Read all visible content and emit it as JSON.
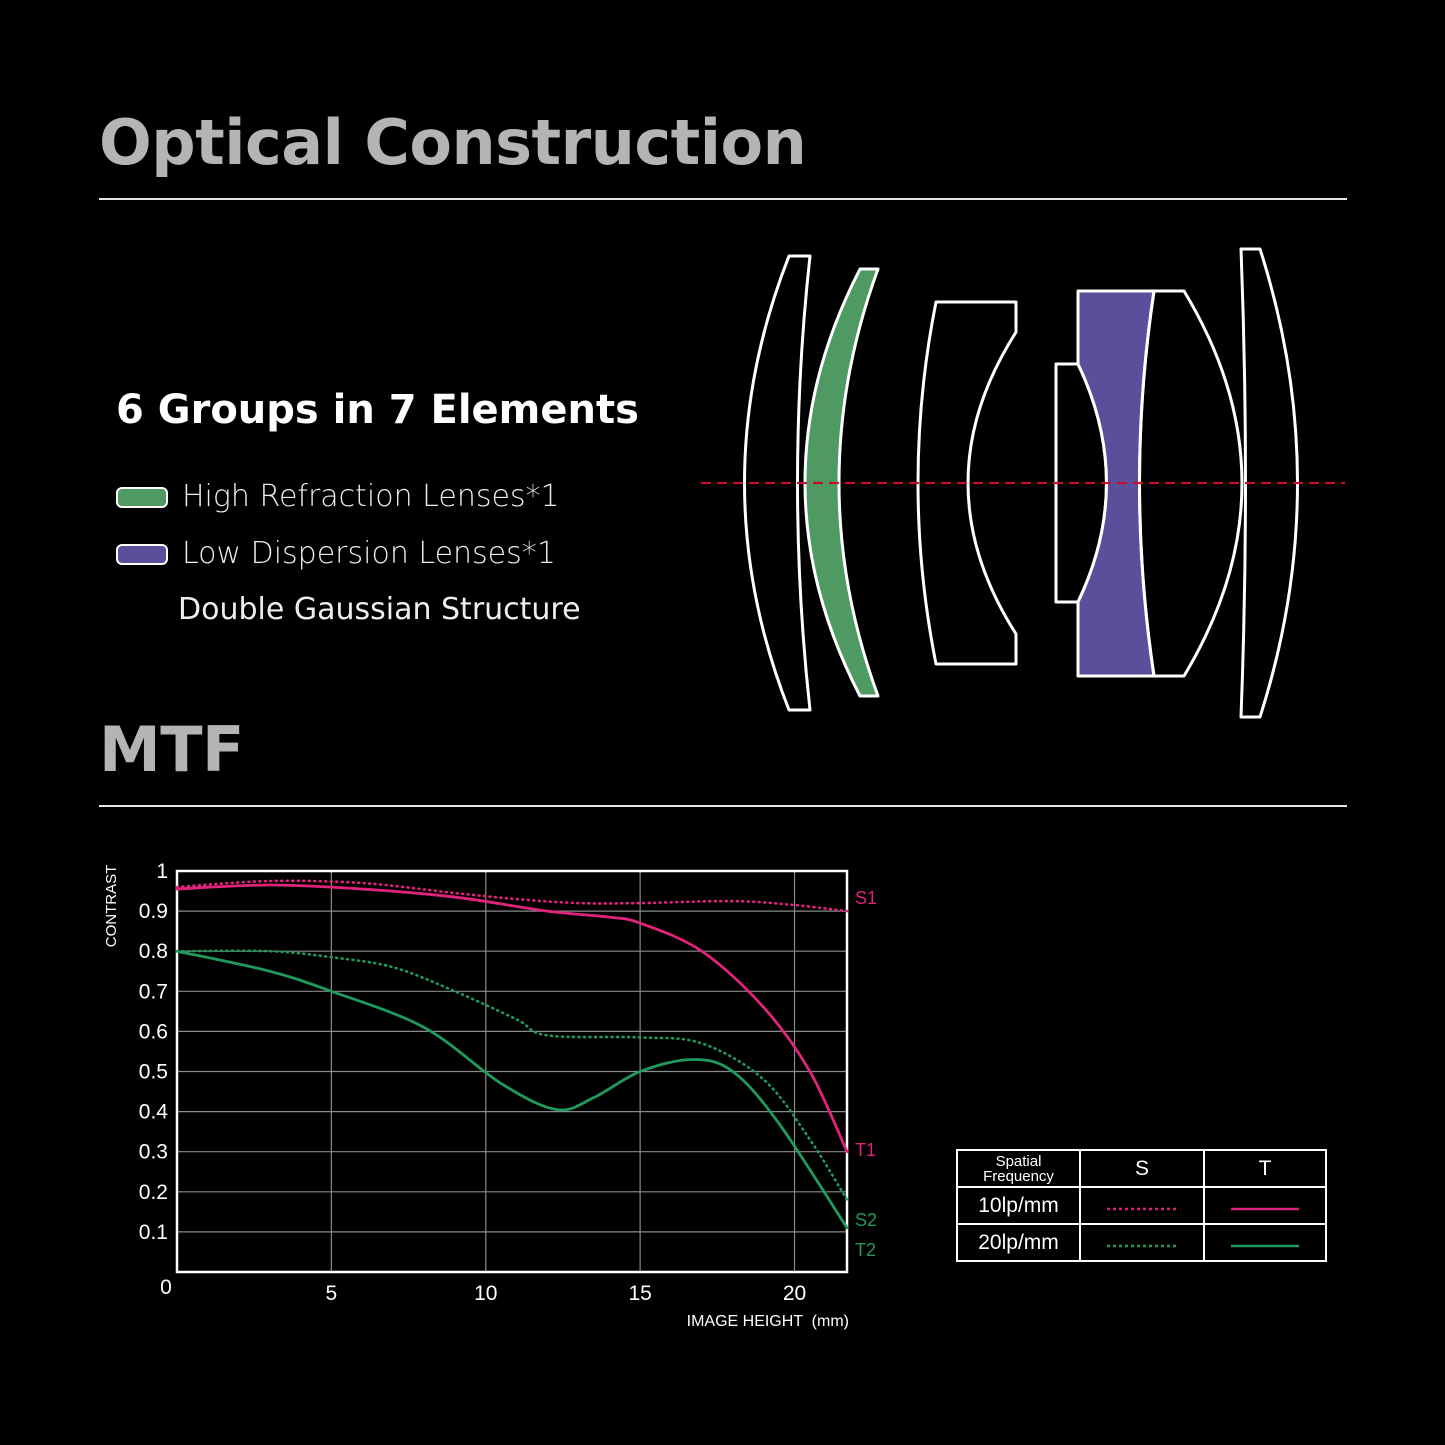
{
  "sections": {
    "optical_title": "Optical Construction",
    "mtf_title": "MTF"
  },
  "optical": {
    "groups_text": "6 Groups in 7 Elements",
    "legend": [
      {
        "label": "High Refraction Lenses*1",
        "color": "#4e9a62"
      },
      {
        "label": "Low Dispersion Lenses*1",
        "color": "#5a4f9b"
      }
    ],
    "note": "Double Gaussian Structure",
    "axis_color": "#c8102e"
  },
  "colors": {
    "magenta": "#e0237a",
    "green": "#1f9a5c",
    "grid": "#8a8a8a"
  },
  "chart_data": {
    "type": "line",
    "title": "",
    "xlabel": "IMAGE HEIGHT  (mm)",
    "ylabel": "CONTRAST",
    "xlim": [
      0,
      21.7
    ],
    "ylim": [
      0,
      1
    ],
    "x_ticks": [
      5,
      10,
      15,
      20
    ],
    "y_ticks": [
      0.1,
      0.2,
      0.3,
      0.4,
      0.5,
      0.6,
      0.7,
      0.8,
      0.9,
      1
    ],
    "origin_label": "0",
    "grid": true,
    "series": [
      {
        "name": "S1",
        "style": "dotted",
        "color": "#e0237a",
        "x": [
          0,
          3,
          6,
          9,
          11,
          13,
          15,
          18,
          20,
          21.7
        ],
        "y": [
          0.96,
          0.975,
          0.97,
          0.945,
          0.93,
          0.92,
          0.92,
          0.925,
          0.915,
          0.9
        ]
      },
      {
        "name": "T1",
        "style": "solid",
        "color": "#e0237a",
        "x": [
          0,
          3,
          6,
          9,
          12,
          14,
          15,
          17,
          19,
          20.5,
          21.7
        ],
        "y": [
          0.955,
          0.965,
          0.955,
          0.935,
          0.9,
          0.885,
          0.87,
          0.8,
          0.66,
          0.5,
          0.3
        ]
      },
      {
        "name": "S2",
        "style": "dotted",
        "color": "#1f9a5c",
        "x": [
          0,
          3,
          5,
          7,
          9,
          11,
          12,
          15,
          17,
          19,
          20.5,
          21.7
        ],
        "y": [
          0.8,
          0.8,
          0.785,
          0.76,
          0.7,
          0.63,
          0.59,
          0.585,
          0.57,
          0.48,
          0.33,
          0.18
        ]
      },
      {
        "name": "T2",
        "style": "solid",
        "color": "#1f9a5c",
        "x": [
          0,
          3,
          5,
          8,
          10.5,
          12.3,
          13.5,
          15,
          16.7,
          18,
          19.5,
          21.7
        ],
        "y": [
          0.8,
          0.75,
          0.7,
          0.61,
          0.47,
          0.405,
          0.435,
          0.5,
          0.53,
          0.5,
          0.37,
          0.11
        ]
      }
    ]
  },
  "legend_table": {
    "header": {
      "col0_line1": "Spatial",
      "col0_line2": "Frequency",
      "col1": "S",
      "col2": "T"
    },
    "rows": [
      {
        "label": "10lp/mm"
      },
      {
        "label": "20lp/mm"
      }
    ]
  }
}
